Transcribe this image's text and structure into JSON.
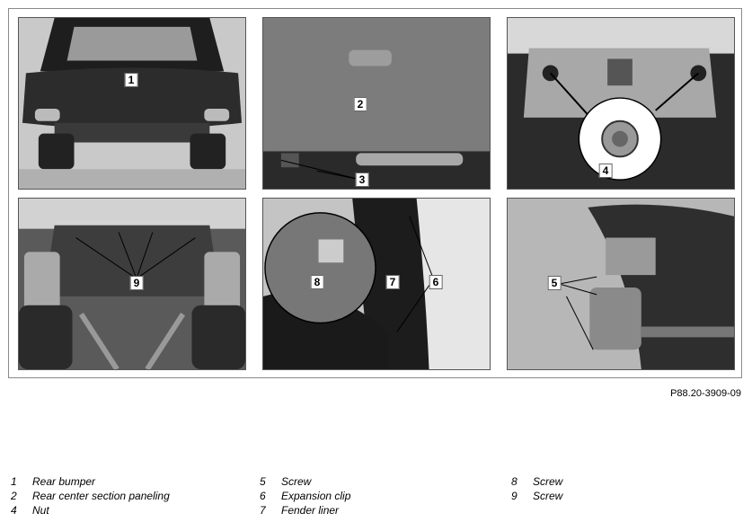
{
  "callouts": {
    "p1": "1",
    "p2": "2",
    "p3": "3",
    "p4": "4",
    "p5": "5",
    "p6": "6",
    "p7": "7",
    "p8": "8",
    "p9": "9"
  },
  "reference_code": "P88.20-3909-09",
  "legend": {
    "col1": [
      {
        "num": "1",
        "text": "Rear bumper"
      },
      {
        "num": "2",
        "text": "Rear center section paneling"
      },
      {
        "num": "4",
        "text": "Nut"
      }
    ],
    "col2": [
      {
        "num": "5",
        "text": "Screw"
      },
      {
        "num": "6",
        "text": "Expansion clip"
      },
      {
        "num": "7",
        "text": "Fender liner"
      }
    ],
    "col3": [
      {
        "num": "8",
        "text": "Screw"
      },
      {
        "num": "9",
        "text": "Screw"
      }
    ]
  }
}
